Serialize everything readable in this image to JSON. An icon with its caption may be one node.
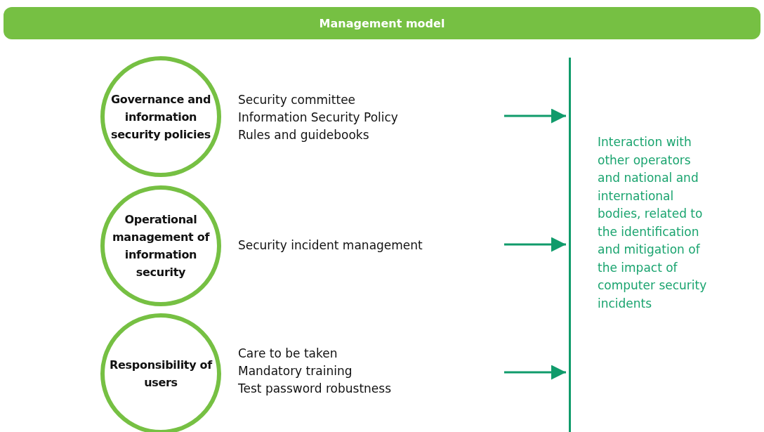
{
  "diagram": {
    "title": "Management model",
    "nodes": [
      {
        "text": [
          "Governance and information security policies"
        ],
        "beside": [
          "Security committee",
          "Information Security Policy",
          "Rules and guidebooks"
        ]
      },
      {
        "text": [
          "Operational management of information security"
        ],
        "beside": [
          "Security incident management"
        ]
      },
      {
        "text": [
          "Responsibility of users"
        ],
        "beside": [
          "Care to be taken",
          "Mandatory training",
          "Test password robustness"
        ]
      },
      {
        "text": [
          "Interaction with other operators and national and international bodies, related to the identification and mitigation of the impact of computer security incidents"
        ]
      }
    ],
    "edges": [
      {
        "from": null,
        "to": 3,
        "arrow": "to"
      },
      {
        "from": null,
        "to": 3,
        "arrow": "to"
      },
      {
        "from": null,
        "to": 3,
        "arrow": "to"
      }
    ]
  }
}
